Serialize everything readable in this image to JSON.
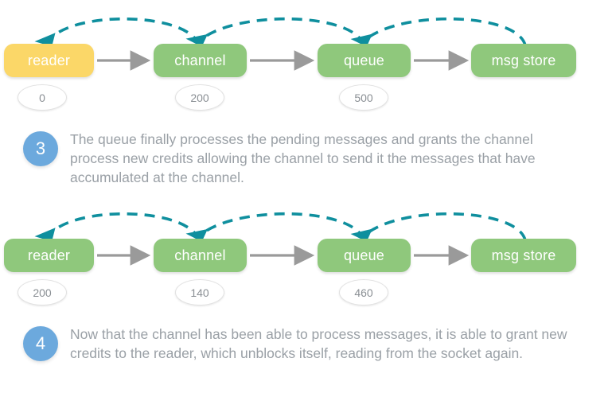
{
  "palette": {
    "green": "#8fc87c",
    "yellow": "#fbd768",
    "teal_arrow": "#0f8f9e",
    "gray_arrow": "#9a9a9a",
    "step_circle_blue": "#6ca9dd",
    "body_text_gray": "#9aa0a6",
    "badge_text_gray": "#8a8f94",
    "background": "#ffffff"
  },
  "diagram_top": {
    "nodes": [
      {
        "label": "reader",
        "color": "yellow"
      },
      {
        "label": "channel",
        "color": "green"
      },
      {
        "label": "queue",
        "color": "green"
      },
      {
        "label": "msg store",
        "color": "green"
      }
    ],
    "badges": [
      {
        "value": "0"
      },
      {
        "value": "200"
      },
      {
        "value": "500"
      }
    ],
    "flow_arrows": [
      {
        "from": "reader",
        "to": "channel",
        "style": "solid",
        "direction": "right"
      },
      {
        "from": "channel",
        "to": "queue",
        "style": "solid",
        "direction": "right"
      },
      {
        "from": "queue",
        "to": "msg store",
        "style": "solid",
        "direction": "right"
      }
    ],
    "credit_arrows": [
      {
        "from": "channel",
        "to": "reader",
        "style": "dashed",
        "direction": "left"
      },
      {
        "from": "queue",
        "to": "channel",
        "style": "dashed",
        "direction": "left"
      },
      {
        "from": "msg store",
        "to": "queue",
        "style": "dashed",
        "direction": "left"
      }
    ]
  },
  "diagram_bottom": {
    "nodes": [
      {
        "label": "reader",
        "color": "green"
      },
      {
        "label": "channel",
        "color": "green"
      },
      {
        "label": "queue",
        "color": "green"
      },
      {
        "label": "msg store",
        "color": "green"
      }
    ],
    "badges": [
      {
        "value": "200"
      },
      {
        "value": "140"
      },
      {
        "value": "460"
      }
    ],
    "flow_arrows": [
      {
        "from": "reader",
        "to": "channel",
        "style": "solid",
        "direction": "right"
      },
      {
        "from": "channel",
        "to": "queue",
        "style": "solid",
        "direction": "right"
      },
      {
        "from": "queue",
        "to": "msg store",
        "style": "solid",
        "direction": "right"
      }
    ],
    "credit_arrows": [
      {
        "from": "channel",
        "to": "reader",
        "style": "dashed",
        "direction": "left"
      },
      {
        "from": "queue",
        "to": "channel",
        "style": "dashed",
        "direction": "left"
      },
      {
        "from": "msg store",
        "to": "queue",
        "style": "dashed",
        "direction": "left"
      }
    ]
  },
  "steps": [
    {
      "number": "3",
      "text": "The queue finally processes the pending messages and grants the channel process new credits allowing the channel to send it the messages that have accumulated at the channel."
    },
    {
      "number": "4",
      "text": "Now that the channel has been able to process messages, it is able to grant new credits to the reader, which unblocks itself, reading from the socket again."
    }
  ]
}
